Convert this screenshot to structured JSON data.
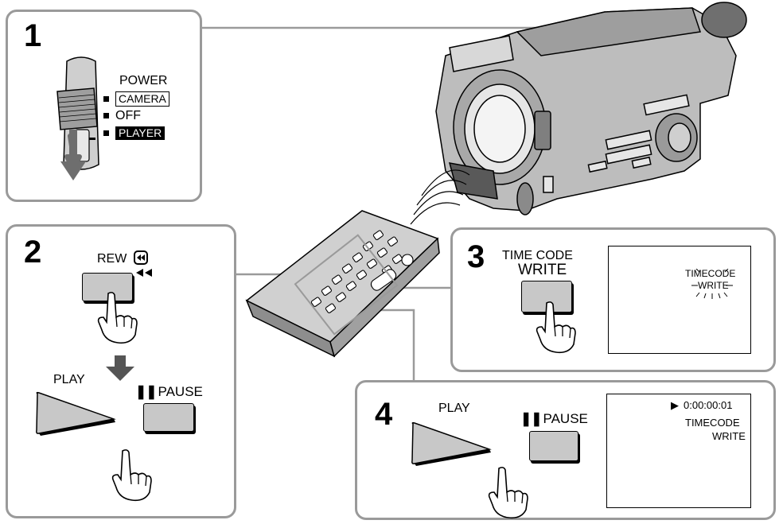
{
  "step1": {
    "number": "1",
    "power_label": "POWER",
    "options": [
      "CAMERA",
      "OFF",
      "PLAYER"
    ]
  },
  "step2": {
    "number": "2",
    "rew_label": "REW",
    "play_label": "PLAY",
    "pause_label": "PAUSE"
  },
  "step3": {
    "number": "3",
    "button_label_line1": "TIME CODE",
    "button_label_line2": "WRITE",
    "screen_line1": "TIMECODE",
    "screen_line2": "WRITE"
  },
  "step4": {
    "number": "4",
    "play_label": "PLAY",
    "pause_label": "PAUSE",
    "screen_time": "0:00:00:01",
    "screen_line1": "TIMECODE",
    "screen_line2": "WRITE"
  },
  "colors": {
    "panel_border": "#9a9a9a",
    "button_fill": "#c8c8c8",
    "camcorder_body": "#bdbdbd"
  }
}
